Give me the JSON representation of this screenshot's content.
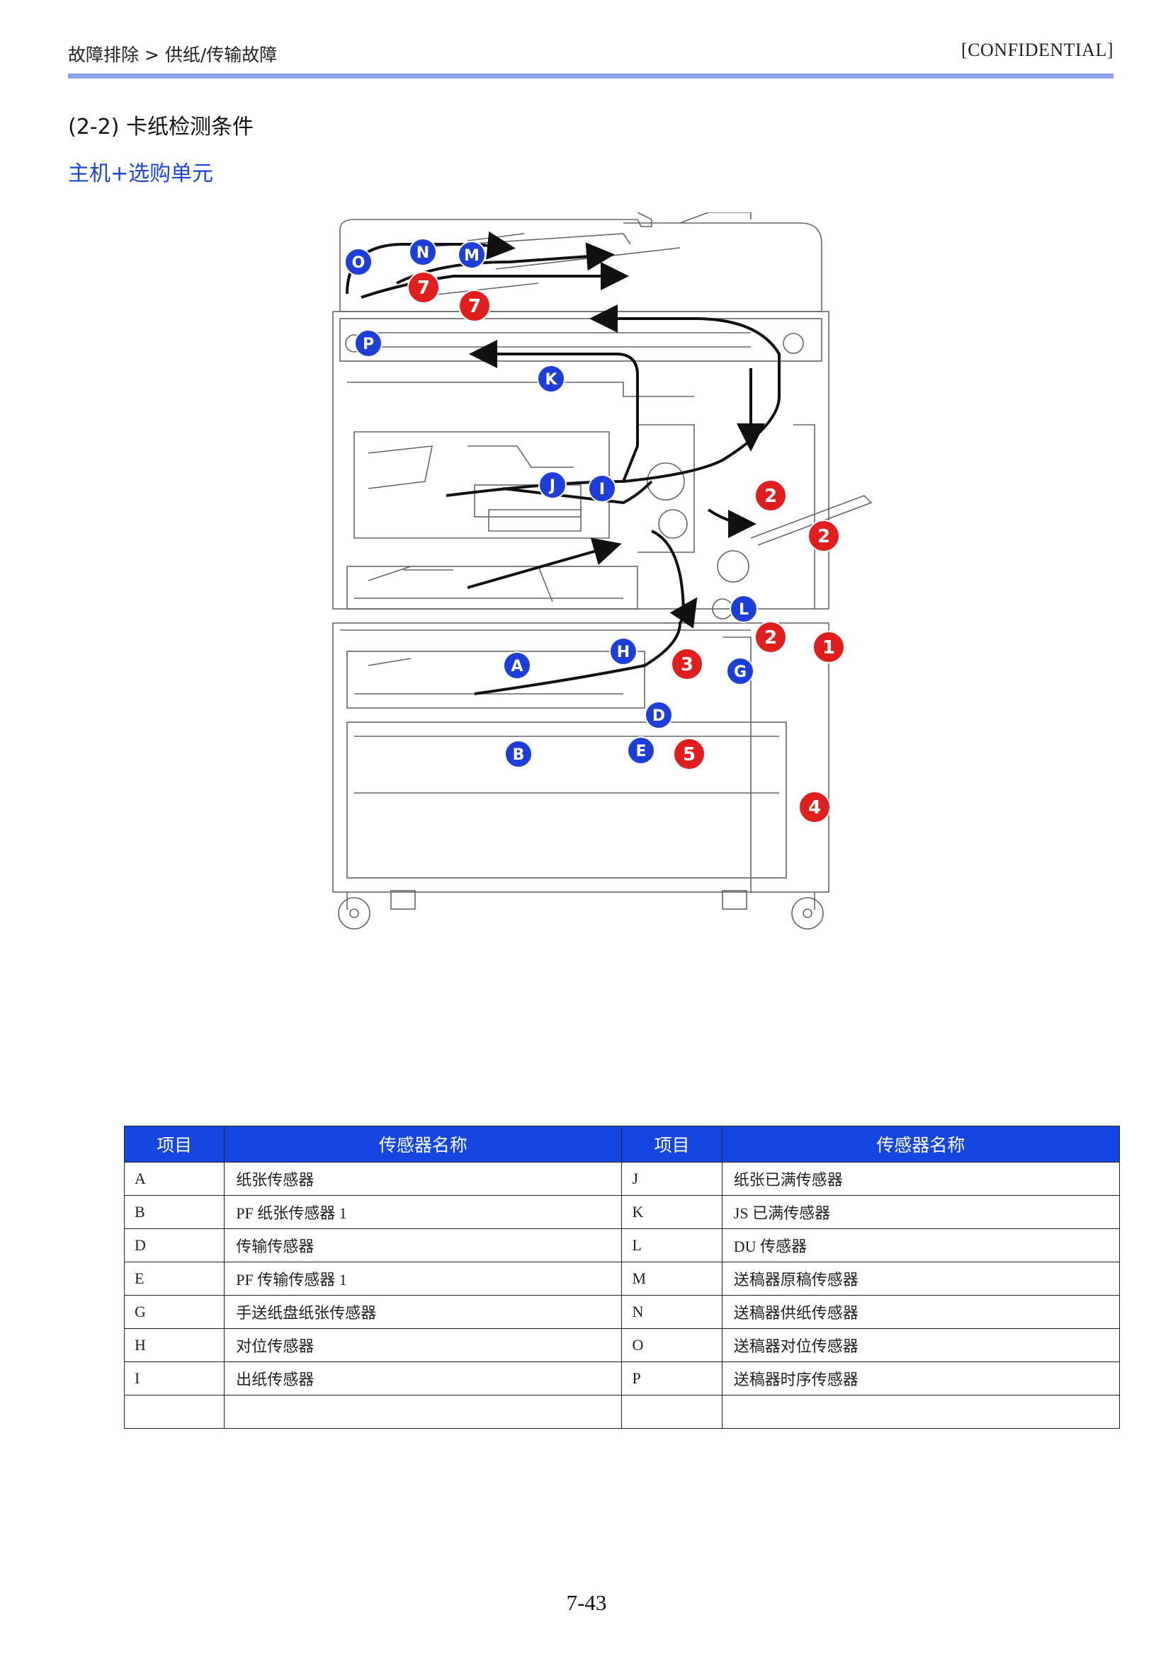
{
  "header": {
    "breadcrumb": "故障排除 > 供纸/传输故障",
    "confidential": "[CONFIDENTIAL]"
  },
  "section_title": "(2-2) 卡纸检测条件",
  "subsection_title": "主机+选购单元",
  "diagram": {
    "sensor_markers": [
      "O",
      "N",
      "M",
      "P",
      "K",
      "J",
      "I",
      "L",
      "H",
      "A",
      "G",
      "D",
      "E",
      "B"
    ],
    "jam_markers": [
      "7",
      "7",
      "2",
      "2",
      "2",
      "1",
      "3",
      "5",
      "4"
    ],
    "colors": {
      "sensor_marker": "#1d3fd8",
      "jam_marker": "#e01e1e",
      "line": "#555555"
    }
  },
  "table": {
    "headers": [
      "项目",
      "传感器名称",
      "项目",
      "传感器名称"
    ],
    "rows": [
      [
        "A",
        "纸张传感器",
        "J",
        "纸张已满传感器"
      ],
      [
        "B",
        "PF 纸张传感器 1",
        "K",
        "JS 已满传感器"
      ],
      [
        "D",
        "传输传感器",
        "L",
        "DU 传感器"
      ],
      [
        "E",
        "PF 传输传感器 1",
        "M",
        "送稿器原稿传感器"
      ],
      [
        "G",
        "手送纸盘纸张传感器",
        "N",
        "送稿器供纸传感器"
      ],
      [
        "H",
        "对位传感器",
        "O",
        "送稿器对位传感器"
      ],
      [
        "I",
        "出纸传感器",
        "P",
        "送稿器时序传感器"
      ],
      [
        "",
        "",
        "",
        ""
      ]
    ]
  },
  "page_number": "7-43"
}
